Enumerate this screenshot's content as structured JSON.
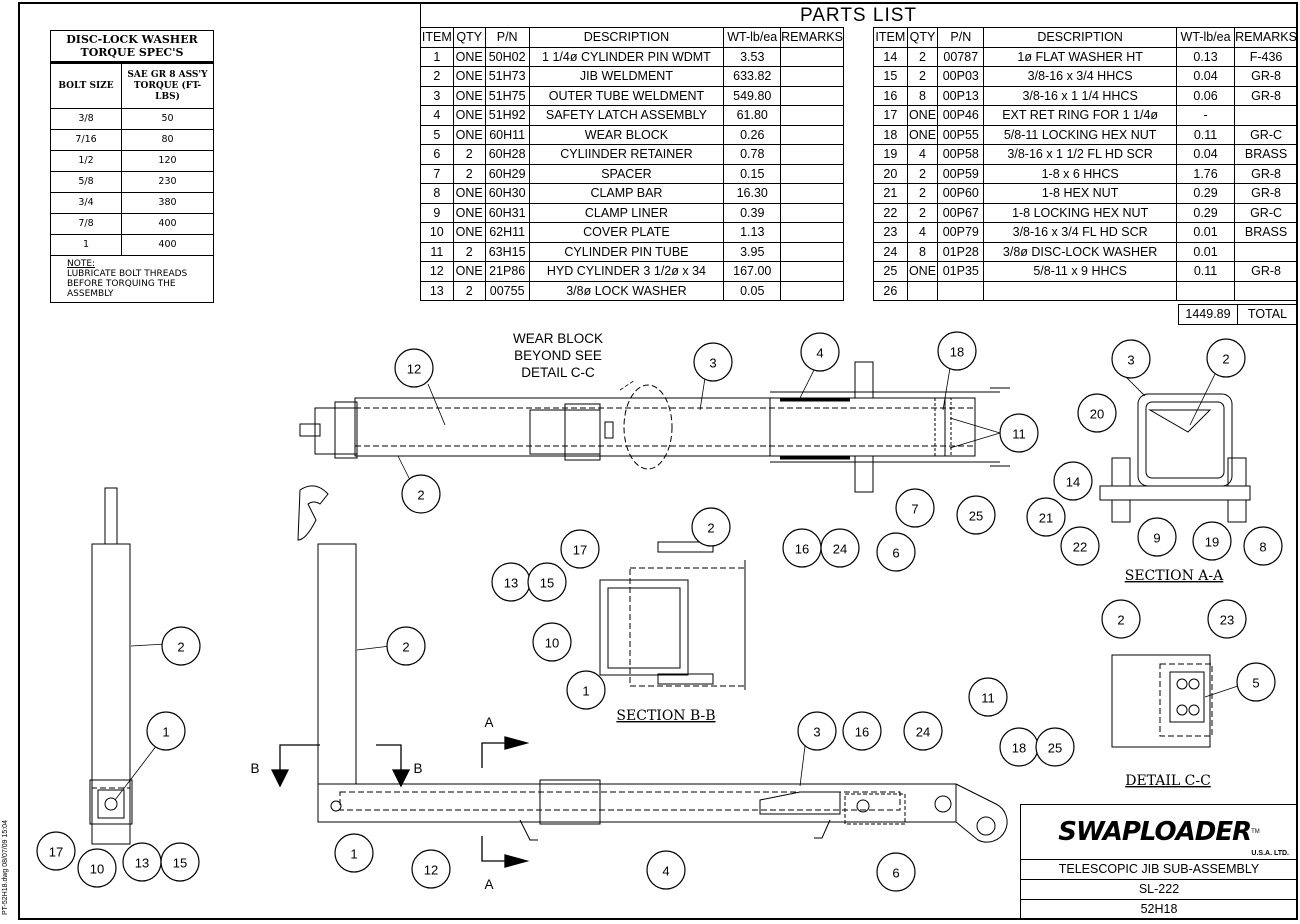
{
  "parts_list": {
    "title": "PARTS LIST",
    "headers": [
      "ITEM",
      "QTY",
      "P/N",
      "DESCRIPTION",
      "WT-lb/ea",
      "REMARKS"
    ],
    "rows_left": [
      [
        "1",
        "ONE",
        "50H02",
        "1 1/4ø CYLINDER PIN WDMT",
        "3.53",
        ""
      ],
      [
        "2",
        "ONE",
        "51H73",
        "JIB WELDMENT",
        "633.82",
        ""
      ],
      [
        "3",
        "ONE",
        "51H75",
        "OUTER TUBE WELDMENT",
        "549.80",
        ""
      ],
      [
        "4",
        "ONE",
        "51H92",
        "SAFETY LATCH ASSEMBLY",
        "61.80",
        ""
      ],
      [
        "5",
        "ONE",
        "60H11",
        "WEAR BLOCK",
        "0.26",
        ""
      ],
      [
        "6",
        "2",
        "60H28",
        "CYLIINDER RETAINER",
        "0.78",
        ""
      ],
      [
        "7",
        "2",
        "60H29",
        "SPACER",
        "0.15",
        ""
      ],
      [
        "8",
        "ONE",
        "60H30",
        "CLAMP BAR",
        "16.30",
        ""
      ],
      [
        "9",
        "ONE",
        "60H31",
        "CLAMP LINER",
        "0.39",
        ""
      ],
      [
        "10",
        "ONE",
        "62H11",
        "COVER PLATE",
        "1.13",
        ""
      ],
      [
        "11",
        "2",
        "63H15",
        "CYLINDER PIN TUBE",
        "3.95",
        ""
      ],
      [
        "12",
        "ONE",
        "21P86",
        "HYD CYLINDER 3 1/2ø x 34",
        "167.00",
        ""
      ],
      [
        "13",
        "2",
        "00755",
        "3/8ø LOCK WASHER",
        "0.05",
        ""
      ]
    ],
    "rows_right": [
      [
        "14",
        "2",
        "00787",
        "1ø FLAT WASHER HT",
        "0.13",
        "F-436"
      ],
      [
        "15",
        "2",
        "00P03",
        "3/8-16 x 3/4 HHCS",
        "0.04",
        "GR-8"
      ],
      [
        "16",
        "8",
        "00P13",
        "3/8-16 x 1 1/4 HHCS",
        "0.06",
        "GR-8"
      ],
      [
        "17",
        "ONE",
        "00P46",
        "EXT RET RING FOR 1 1/4ø",
        "-",
        ""
      ],
      [
        "18",
        "ONE",
        "00P55",
        "5/8-11 LOCKING HEX NUT",
        "0.11",
        "GR-C"
      ],
      [
        "19",
        "4",
        "00P58",
        "3/8-16 x 1 1/2 FL HD SCR",
        "0.04",
        "BRASS"
      ],
      [
        "20",
        "2",
        "00P59",
        "1-8 x 6 HHCS",
        "1.76",
        "GR-8"
      ],
      [
        "21",
        "2",
        "00P60",
        "1-8 HEX NUT",
        "0.29",
        "GR-8"
      ],
      [
        "22",
        "2",
        "00P67",
        "1-8 LOCKING HEX NUT",
        "0.29",
        "GR-C"
      ],
      [
        "23",
        "4",
        "00P79",
        "3/8-16 x 3/4 FL HD SCR",
        "0.01",
        "BRASS"
      ],
      [
        "24",
        "8",
        "01P28",
        "3/8ø DISC-LOCK WASHER",
        "0.01",
        ""
      ],
      [
        "25",
        "ONE",
        "01P35",
        "5/8-11 x 9 HHCS",
        "0.11",
        "GR-8"
      ],
      [
        "26",
        "",
        "",
        "",
        "",
        ""
      ]
    ],
    "total_value": "1449.89",
    "total_label": "TOTAL"
  },
  "torque_spec": {
    "title_line1": "DISC-LOCK WASHER",
    "title_line2": "TORQUE SPEC'S",
    "col1_header": "BOLT SIZE",
    "col2_header": "SAE GR 8 ASS'Y TORQUE (FT-LBS)",
    "rows": [
      [
        "3/8",
        "50"
      ],
      [
        "7/16",
        "80"
      ],
      [
        "1/2",
        "120"
      ],
      [
        "5/8",
        "230"
      ],
      [
        "3/4",
        "380"
      ],
      [
        "7/8",
        "400"
      ],
      [
        "1",
        "400"
      ]
    ],
    "note_title": "NOTE:",
    "note_text": "LUBRICATE BOLT THREADS BEFORE TORQUING THE ASSEMBLY"
  },
  "labels": {
    "wear_block_1": "WEAR BLOCK",
    "wear_block_2": "BEYOND SEE",
    "wear_block_3": "DETAIL C-C",
    "section_aa": "SECTION A-A",
    "section_bb": "SECTION B-B",
    "detail_cc": "DETAIL C-C",
    "cut_a": "A",
    "cut_b": "B"
  },
  "balloons": {
    "top_view": [
      "12",
      "3",
      "4",
      "18",
      "11",
      "25",
      "7",
      "6",
      "24",
      "16",
      "2"
    ],
    "section_aa": [
      "3",
      "2",
      "20",
      "14",
      "21",
      "22",
      "9",
      "19",
      "8"
    ],
    "section_bb": [
      "2",
      "17",
      "13",
      "15",
      "10",
      "1"
    ],
    "detail_cc": [
      "2",
      "23",
      "5"
    ],
    "end_view": [
      "2",
      "1",
      "17",
      "10",
      "13",
      "15"
    ],
    "jib_view": [
      "2"
    ],
    "side_view": [
      "3",
      "16",
      "24",
      "11",
      "18",
      "25",
      "1",
      "12",
      "4",
      "6"
    ]
  },
  "title_block": {
    "logo_text": "SWAPLOADER",
    "logo_sub": "U.S.A.   LTD.",
    "logo_tm": "TM",
    "title": "TELESCOPIC JIB SUB-ASSEMBLY",
    "model": "SL-222",
    "drawing_number": "52H18"
  },
  "file_stamp": "PT-52H18.dwg   08/07/09  15:04"
}
